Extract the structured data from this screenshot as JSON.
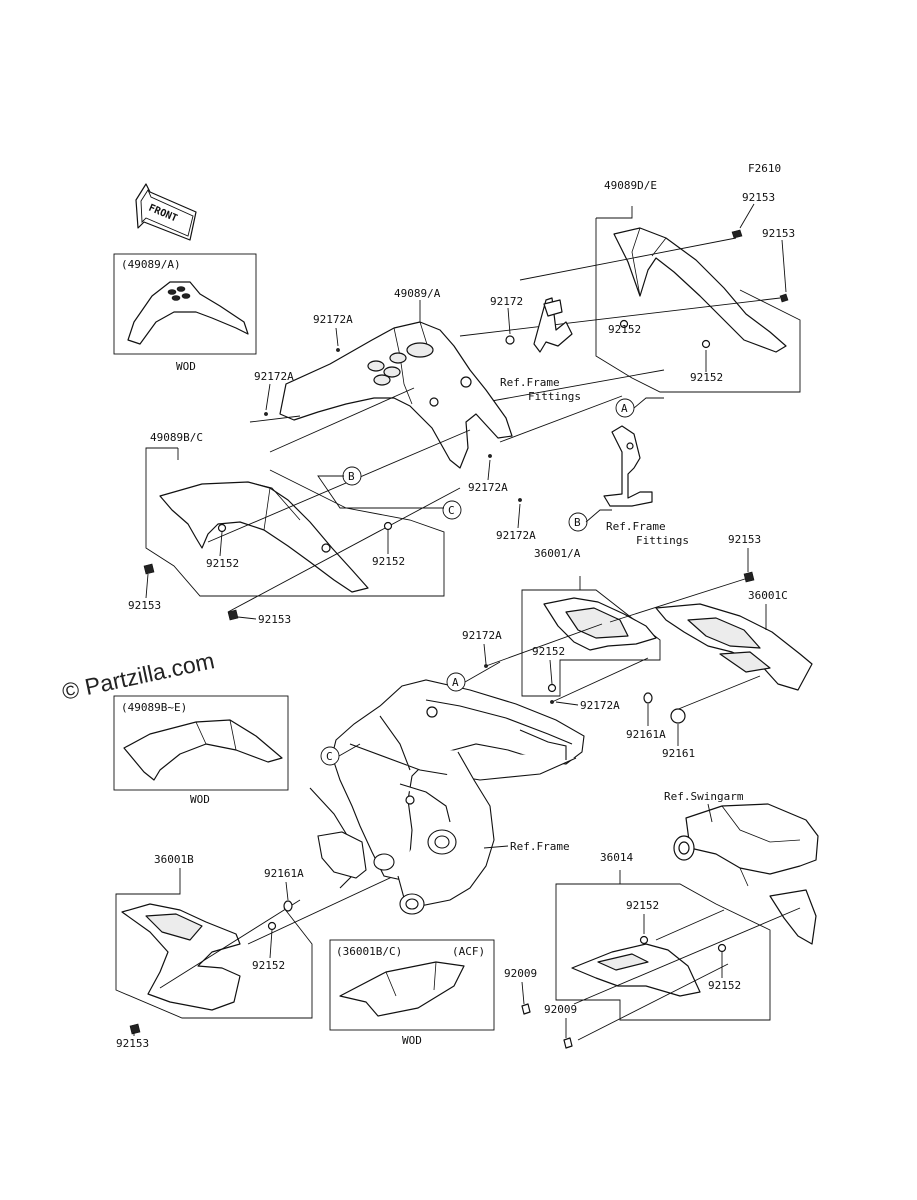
{
  "figure_code": "F2610",
  "front_label": "FRONT",
  "watermark": "© Partzilla.com",
  "reference_letters": [
    "A",
    "B",
    "C"
  ],
  "insets": [
    {
      "id": "inset-1",
      "title": "(49089/A)",
      "footer": "WOD"
    },
    {
      "id": "inset-2",
      "title": "(49089B~E)",
      "footer": "WOD"
    },
    {
      "id": "inset-3",
      "title": "(36001B/C)",
      "tag": "(ACF)",
      "footer": "WOD"
    }
  ],
  "refs": {
    "frame_fittings_1": [
      "Ref.Frame",
      "Fittings"
    ],
    "frame_fittings_2": [
      "Ref.Frame",
      "Fittings"
    ],
    "frame": "Ref.Frame",
    "swingarm": "Ref.Swingarm"
  },
  "callouts": [
    "49089D/E",
    "92153",
    "92153",
    "92172",
    "92152",
    "92152",
    "49089/A",
    "92172A",
    "92172A",
    "49089B/C",
    "92172A",
    "92172A",
    "92152",
    "92152",
    "92153",
    "92153",
    "36001/A",
    "92153",
    "36001C",
    "92172A",
    "92152",
    "92172A",
    "92161A",
    "92161",
    "36001B",
    "92161A",
    "92152",
    "92153",
    "36014",
    "92152",
    "92009",
    "92009",
    "92152"
  ]
}
